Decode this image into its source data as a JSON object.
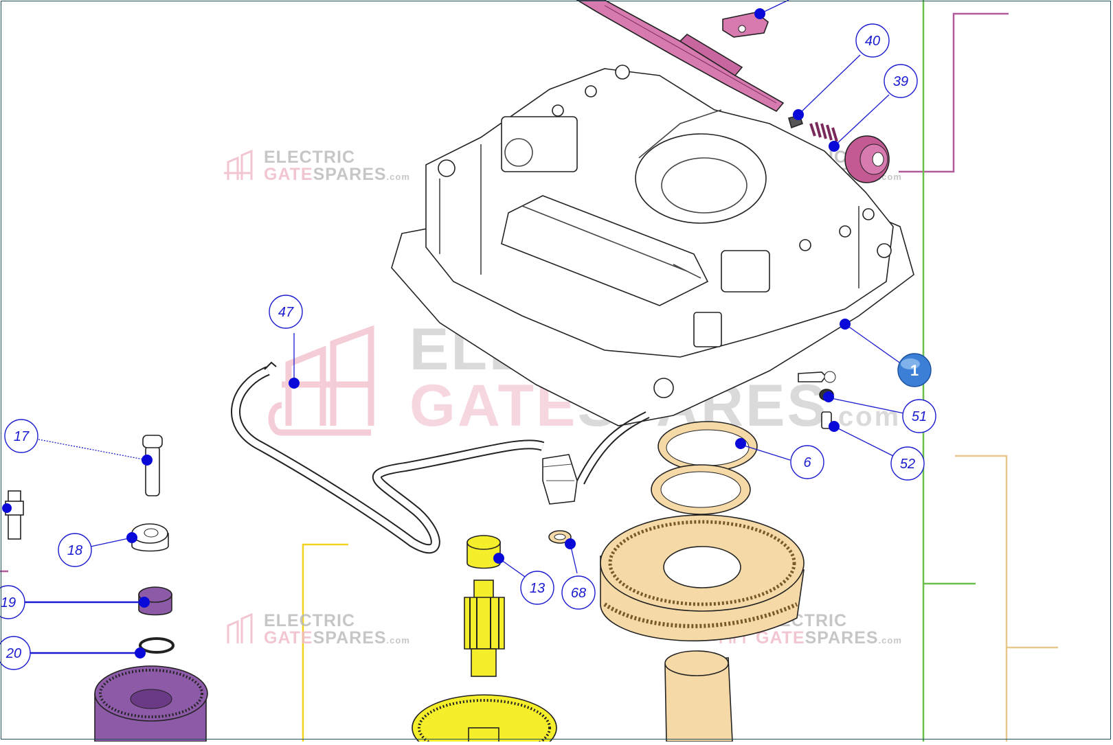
{
  "diagram": {
    "callouts": [
      {
        "id": "c1",
        "label": "1"
      },
      {
        "id": "c6",
        "label": "6"
      },
      {
        "id": "c13",
        "label": "13"
      },
      {
        "id": "c17",
        "label": "17"
      },
      {
        "id": "c18",
        "label": "18"
      },
      {
        "id": "c19",
        "label": "19"
      },
      {
        "id": "c20",
        "label": "20"
      },
      {
        "id": "c39",
        "label": "39"
      },
      {
        "id": "c40",
        "label": "40"
      },
      {
        "id": "c47",
        "label": "47"
      },
      {
        "id": "c51",
        "label": "51"
      },
      {
        "id": "c52",
        "label": "52"
      },
      {
        "id": "c68",
        "label": "68"
      }
    ],
    "watermark": {
      "line1": "ELECTRIC",
      "line2_a": "GATE",
      "line2_b": "SPARES",
      "suffix": ".com"
    },
    "colors": {
      "callout_blue": "#1a1ad0",
      "callout_dot": "#0a0ad8",
      "bracket_pink": "#b05a9a",
      "bracket_green": "#6abf4b",
      "bracket_tan": "#e8c88a",
      "bracket_yellow": "#f2d21c",
      "shaft_pink": "#d77ab0",
      "gear_tan": "#f5d9a6",
      "gear_yellow": "#f5ee2a",
      "gear_purple": "#8c5aa6",
      "watermark_gray": "#bdbdbd",
      "watermark_pink": "#f0b8c6"
    }
  }
}
